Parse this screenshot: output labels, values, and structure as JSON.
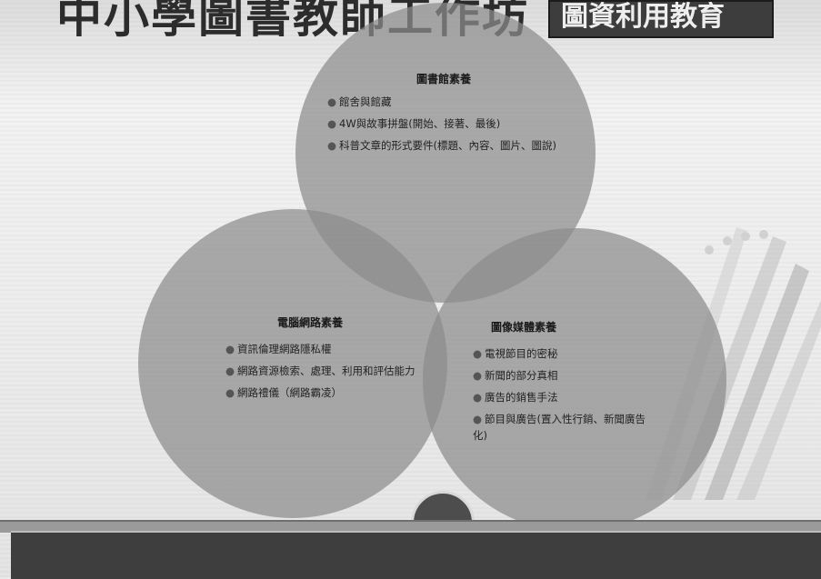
{
  "title": {
    "main": "中小學圖書教師工作坊",
    "tag": "圖資利用教育"
  },
  "circles": [
    {
      "heading": "圖書館素養",
      "items": [
        "館舍與館藏",
        "4W與故事拼盤(開始、接著、最後)",
        "科普文章的形式要件(標題、內容、圖片、圖說)"
      ]
    },
    {
      "heading": "電腦網路素養",
      "items": [
        "資訊倫理網路隱私權",
        "網路資源檢索、處理、利用和評估能力",
        "網路禮儀（網路霸凌）"
      ]
    },
    {
      "heading": "圖像媒體素養",
      "items": [
        "電視節目的密秘",
        "新聞的部分真相",
        "廣告的銷售手法",
        "節目與廣告(置入性行銷、新聞廣告化)"
      ]
    }
  ],
  "colors": {
    "circle_fill": "#8c8c8c",
    "footer": "#3e3e3e",
    "title_tag_bg": "#3d3d3d"
  }
}
